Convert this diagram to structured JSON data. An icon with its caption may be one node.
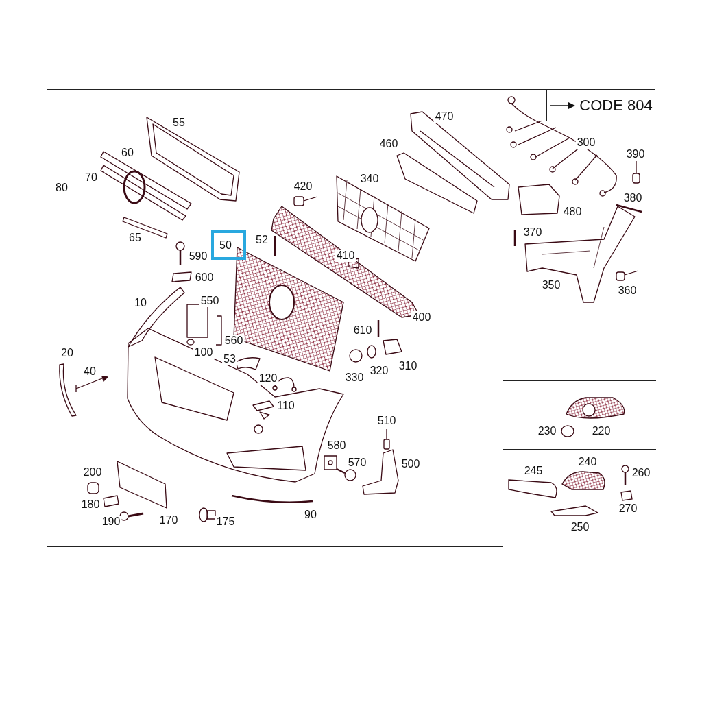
{
  "diagram": {
    "nodes": [
      {
        "text": [
          "CODE 804"
        ]
      },
      {
        "text": [
          "50"
        ]
      },
      {
        "text": [
          "230",
          "220"
        ]
      },
      {
        "text": [
          "245",
          "240",
          "260",
          "270",
          "250"
        ]
      }
    ],
    "labels": [
      "55",
      "60",
      "70",
      "80",
      "65",
      "590",
      "52",
      "420",
      "340",
      "460",
      "470",
      "300",
      "390",
      "380",
      "480",
      "370",
      "410",
      "600",
      "10",
      "550",
      "350",
      "360",
      "400",
      "610",
      "560",
      "100",
      "20",
      "53",
      "40",
      "310",
      "320",
      "330",
      "120",
      "110",
      "510",
      "580",
      "570",
      "500",
      "200",
      "180",
      "190",
      "170",
      "175",
      "90"
    ]
  }
}
